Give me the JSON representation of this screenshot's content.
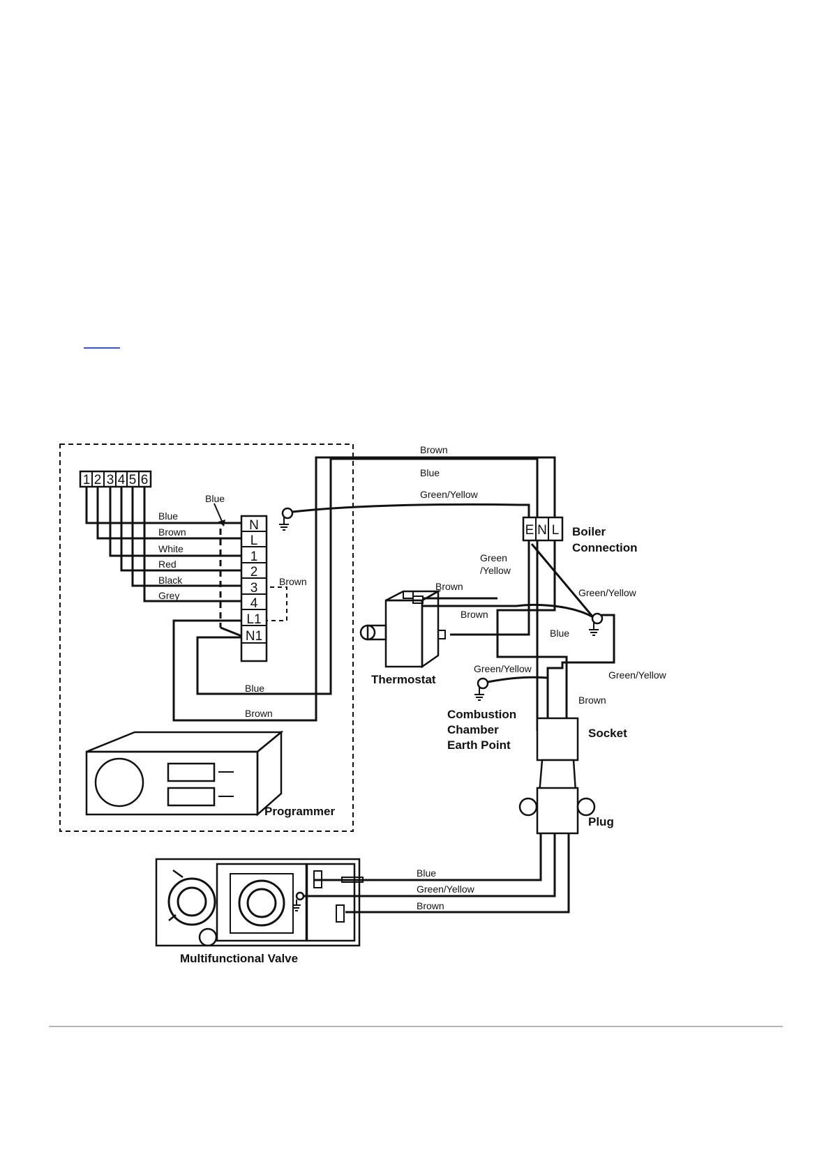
{
  "link": {
    "text": ""
  },
  "programmer": {
    "label": "Programmer",
    "top_terminals": [
      "1",
      "2",
      "3",
      "4",
      "5",
      "6"
    ],
    "right_terminals": [
      "N",
      "L",
      "1",
      "2",
      "3",
      "4",
      "L1",
      "N1"
    ]
  },
  "boiler_connection": {
    "label_line1": "Boiler",
    "label_line2": "Connection",
    "terminals": [
      "E",
      "N",
      "L"
    ]
  },
  "thermostat": {
    "label": "Thermostat"
  },
  "combustion_chamber": {
    "line1": "Combustion",
    "line2": "Chamber",
    "line3": "Earth Point"
  },
  "socket": {
    "label": "Socket"
  },
  "plug": {
    "label": "Plug"
  },
  "valve": {
    "label": "Multifunctional Valve"
  },
  "wire_labels": {
    "top_brown": "Brown",
    "top_blue": "Blue",
    "top_green_yellow": "Green/Yellow",
    "prog_blue": "Blue",
    "prog_brown": "Brown",
    "prog_white": "White",
    "prog_red": "Red",
    "prog_black": "Black",
    "prog_grey": "Grey",
    "link_blue": "Blue",
    "link_brown": "Brown",
    "bottom_blue": "Blue",
    "bottom_brown": "Brown",
    "green_line1": "Green",
    "green_line2": "/Yellow",
    "earth_green_yellow": "Green/Yellow",
    "thermo_brown_1": "Brown",
    "thermo_brown_2": "Brown",
    "vertical_blue": "Blue",
    "cc_green_yellow": "Green/Yellow",
    "right_green_yellow": "Green/Yellow",
    "right_brown": "Brown",
    "valve_blue": "Blue",
    "valve_green_yellow": "Green/Yellow",
    "valve_brown": "Brown"
  },
  "colors": {
    "line": "#111111",
    "link": "#3a55c8",
    "rule": "#b5b5b5"
  }
}
